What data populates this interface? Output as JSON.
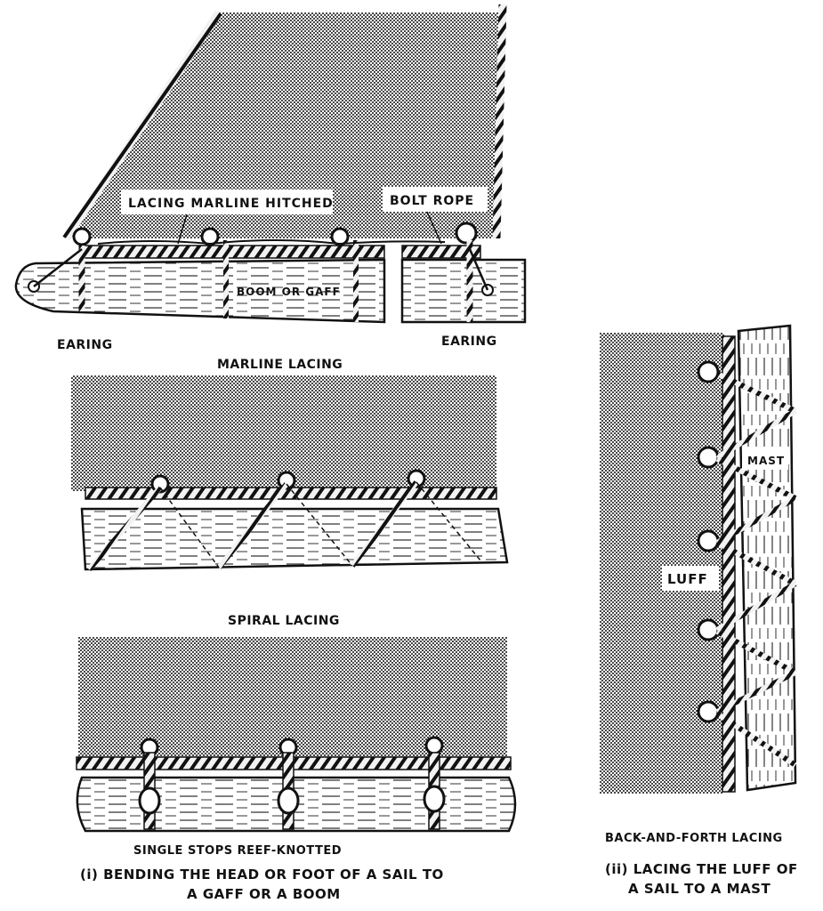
{
  "labels": {
    "lacing_marline_hitched": "LACING MARLINE HITCHED",
    "bolt_rope": "BOLT ROPE",
    "boom_or_gaff": "BOOM OR GAFF",
    "earing_left": "EARING",
    "earing_right": "EARING",
    "mast": "MAST",
    "luff": "LUFF"
  },
  "captions": {
    "marline_lacing": "MARLINE LACING",
    "spiral_lacing": "SPIRAL LACING",
    "single_stops": "SINGLE STOPS REEF-KNOTTED",
    "caption_i_line1": "(i) BENDING THE HEAD OR FOOT OF A SAIL TO",
    "caption_i_line2": "A GAFF OR A BOOM",
    "back_and_forth": "BACK-AND-FORTH LACING",
    "caption_ii_line1": "(ii) LACING THE LUFF OF",
    "caption_ii_line2": "A SAIL TO A MAST"
  },
  "colors": {
    "ink": "#111111",
    "paper": "#ffffff",
    "sail_fill": "#8a8a8a"
  }
}
